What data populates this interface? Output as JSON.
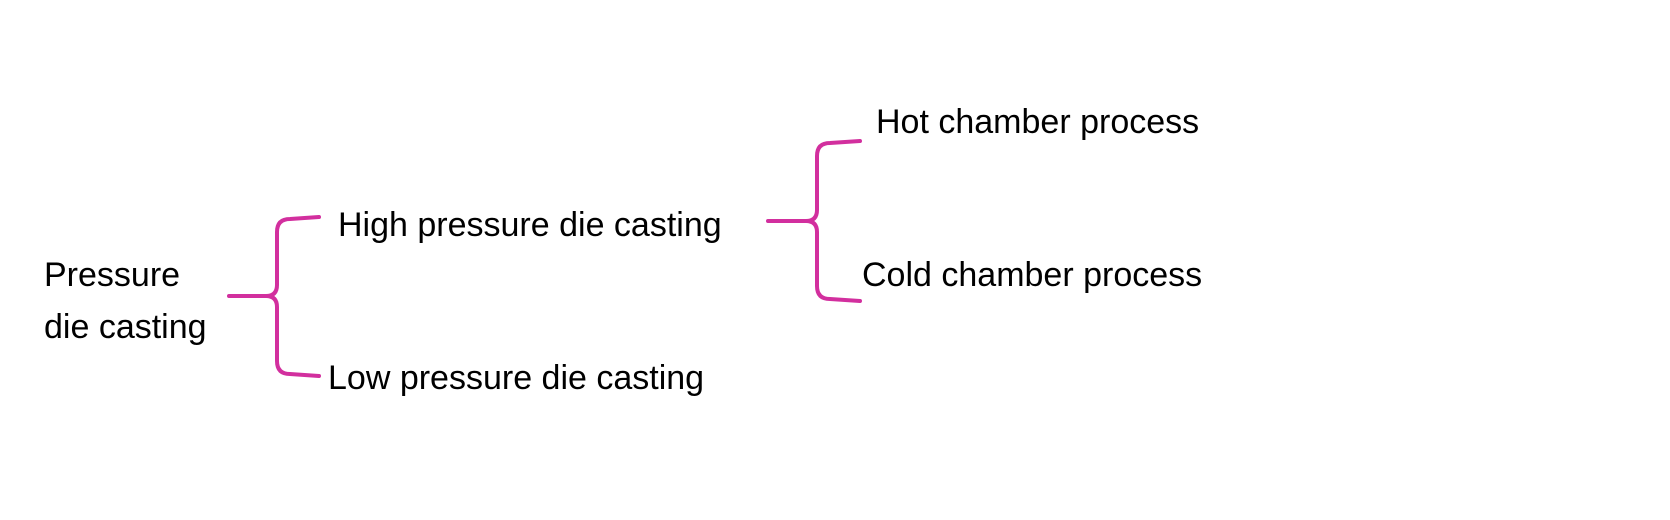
{
  "diagram": {
    "root": {
      "line1": "Pressure",
      "line2": "die casting"
    },
    "branches": {
      "high": "High pressure die casting",
      "low": "Low pressure die casting"
    },
    "sub_branches": {
      "hot": "Hot chamber process",
      "cold": "Cold chamber process"
    }
  },
  "colors": {
    "brace": "#d22f9e",
    "text": "#000000"
  }
}
